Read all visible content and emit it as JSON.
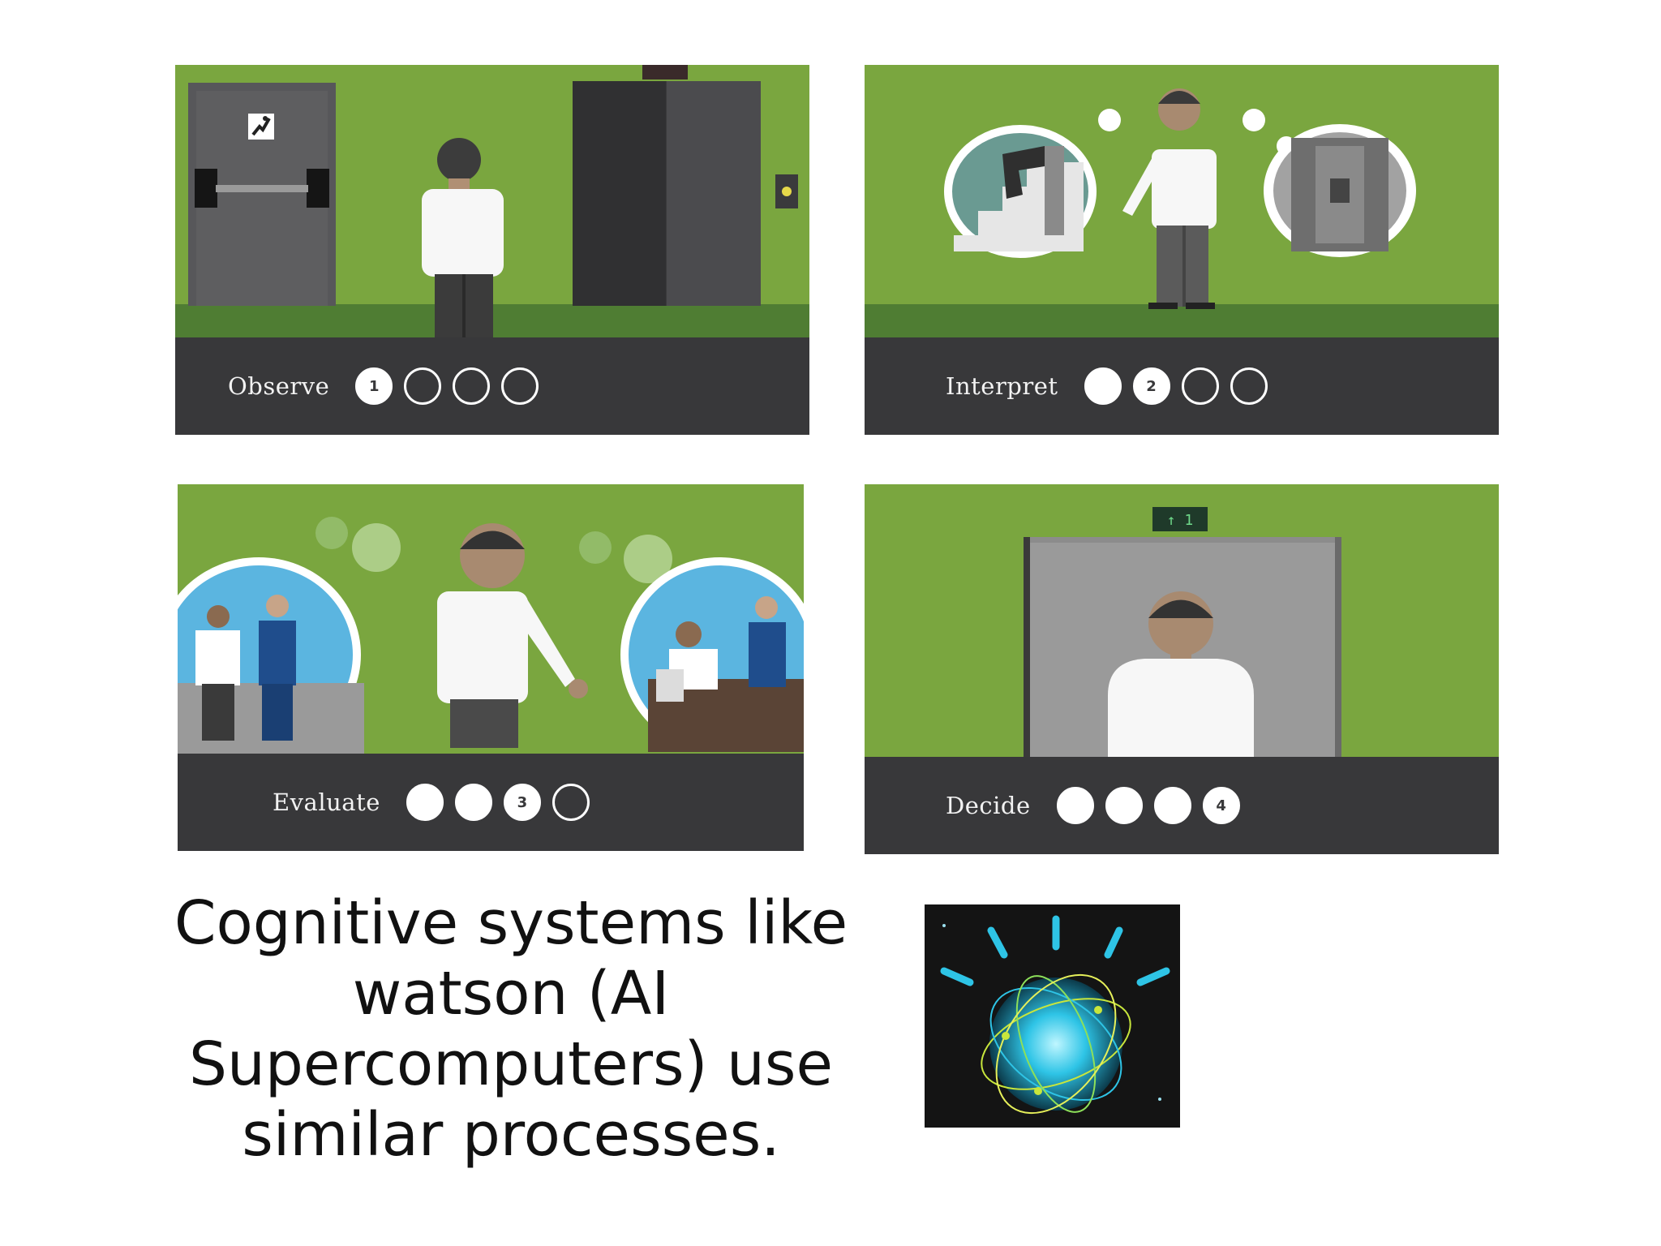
{
  "panels": [
    {
      "label": "Observe",
      "dots": [
        {
          "state": "current",
          "text": "1"
        },
        {
          "state": "outline",
          "text": ""
        },
        {
          "state": "outline",
          "text": ""
        },
        {
          "state": "outline",
          "text": ""
        }
      ]
    },
    {
      "label": "Interpret",
      "dots": [
        {
          "state": "filled",
          "text": ""
        },
        {
          "state": "current",
          "text": "2"
        },
        {
          "state": "outline",
          "text": ""
        },
        {
          "state": "outline",
          "text": ""
        }
      ]
    },
    {
      "label": "Evaluate",
      "dots": [
        {
          "state": "filled",
          "text": ""
        },
        {
          "state": "filled",
          "text": ""
        },
        {
          "state": "current",
          "text": "3"
        },
        {
          "state": "outline",
          "text": ""
        }
      ]
    },
    {
      "label": "Decide",
      "dots": [
        {
          "state": "filled",
          "text": ""
        },
        {
          "state": "filled",
          "text": ""
        },
        {
          "state": "filled",
          "text": ""
        },
        {
          "state": "current",
          "text": "4"
        }
      ]
    }
  ],
  "elevator_indicator": "↑ 1",
  "caption": {
    "lines": [
      "Cognitive systems like",
      "watson (AI",
      "Supercomputers) use",
      "similar processes."
    ]
  },
  "colors": {
    "wall_green": "#7aa63f",
    "floor_green": "#4f7d33",
    "bar_dark": "#38383a",
    "watson_blue": "#2ec4e6"
  },
  "icons": [
    "exit-sign-icon",
    "watson-globe-icon"
  ]
}
